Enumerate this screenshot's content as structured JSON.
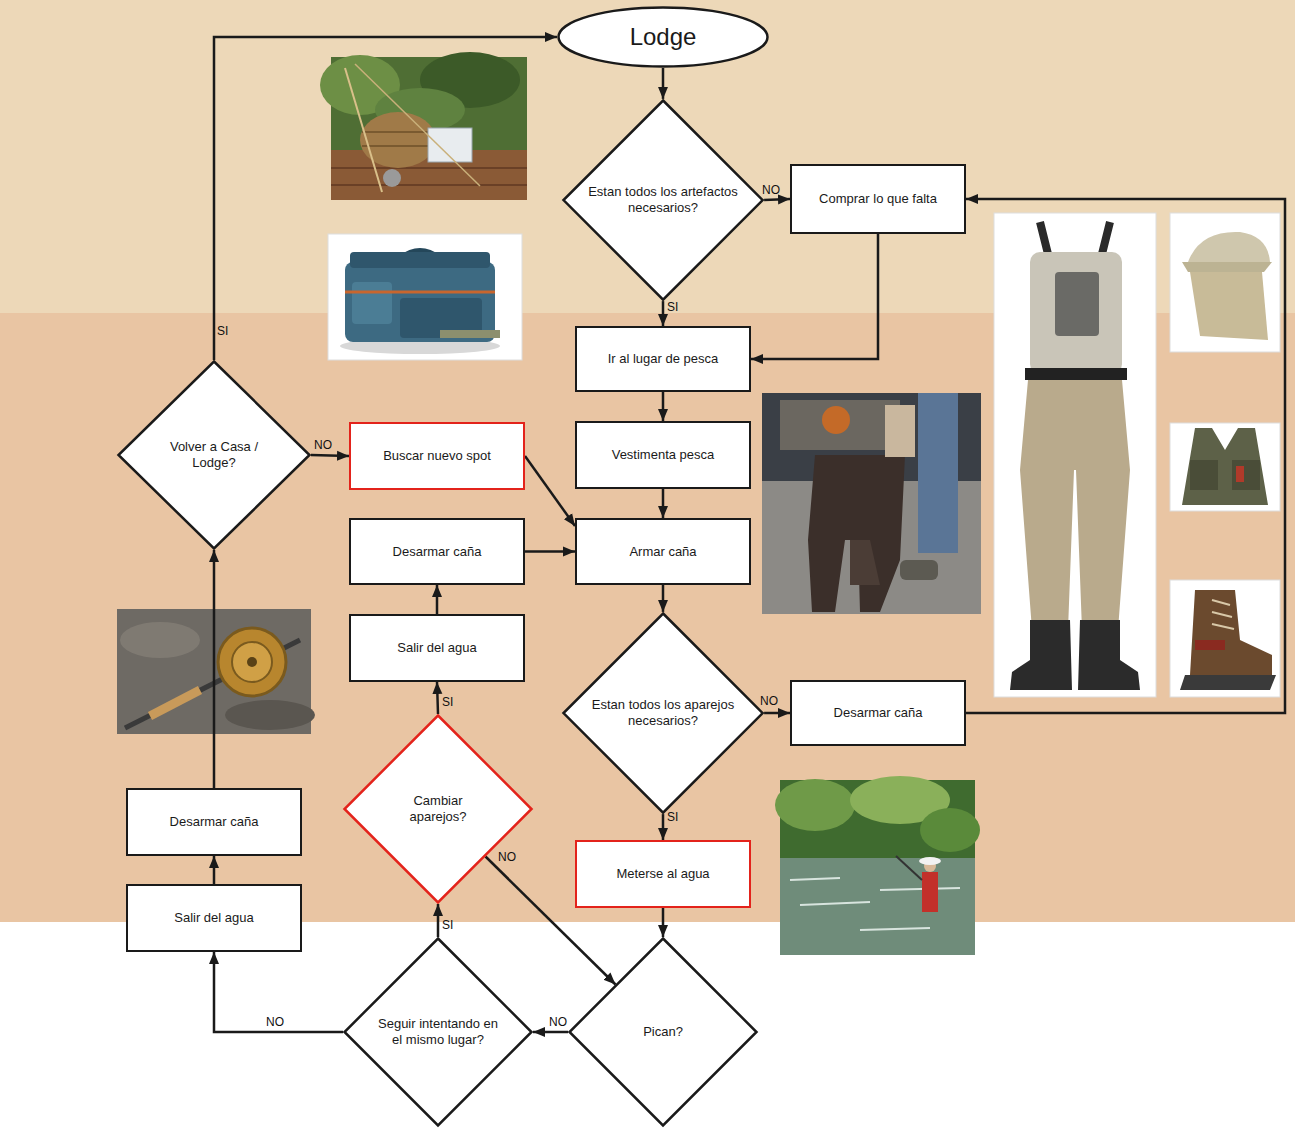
{
  "diagram": {
    "nodes": [
      {
        "text": [
          "Lodge"
        ]
      },
      {
        "text": [
          "Estan todos los artefactos necesarios?"
        ]
      },
      {
        "text": [
          "Comprar lo que falta"
        ]
      },
      {
        "text": [
          "Ir al lugar de pesca"
        ]
      },
      {
        "text": [
          "Vestimenta pesca"
        ]
      },
      {
        "text": [
          "Armar caña"
        ]
      },
      {
        "text": [
          "Estan todos los aparejos necesarios?"
        ]
      },
      {
        "text": [
          "Desarmar caña"
        ]
      },
      {
        "text": [
          "Meterse al agua"
        ]
      },
      {
        "text": [
          "Pican?"
        ]
      },
      {
        "text": [
          "Seguir intentando en el mismo lugar?"
        ]
      },
      {
        "text": [
          "Salir del agua"
        ]
      },
      {
        "text": [
          "Desarmar caña"
        ]
      },
      {
        "text": [
          "Volver a Casa / Lodge?"
        ]
      },
      {
        "text": [
          "Buscar nuevo spot"
        ]
      },
      {
        "text": [
          "Cambiar aparejos?"
        ]
      },
      {
        "text": [
          "Salir del agua"
        ]
      },
      {
        "text": [
          "Desarmar caña"
        ]
      }
    ],
    "edges": [
      {
        "from": 0,
        "to": 1,
        "arrow": "to"
      },
      {
        "from": 1,
        "to": 2,
        "label": "NO",
        "arrow": "to"
      },
      {
        "from": 1,
        "to": 3,
        "label": "SI",
        "arrow": "to"
      },
      {
        "from": 2,
        "to": 3,
        "arrow": "to"
      },
      {
        "from": 3,
        "to": 4,
        "arrow": "to"
      },
      {
        "from": 4,
        "to": 5,
        "arrow": "to"
      },
      {
        "from": 5,
        "to": 6,
        "arrow": "to"
      },
      {
        "from": 6,
        "to": 7,
        "label": "NO",
        "arrow": "to"
      },
      {
        "from": 7,
        "to": 2,
        "arrow": "to"
      },
      {
        "from": 6,
        "to": 8,
        "label": "SI",
        "arrow": "to"
      },
      {
        "from": 8,
        "to": 9,
        "arrow": "to"
      },
      {
        "from": 9,
        "to": 10,
        "label": "NO",
        "arrow": "to"
      },
      {
        "from": 10,
        "to": 11,
        "label": "NO",
        "arrow": "to"
      },
      {
        "from": 10,
        "to": 15,
        "label": "SI",
        "arrow": "to"
      },
      {
        "from": 15,
        "to": 9,
        "label": "NO",
        "arrow": "to"
      },
      {
        "from": 15,
        "to": 16,
        "label": "SI",
        "arrow": "to"
      },
      {
        "from": 16,
        "to": 17,
        "arrow": "to"
      },
      {
        "from": 17,
        "to": 5,
        "arrow": "to"
      },
      {
        "from": 11,
        "to": 12,
        "arrow": "to"
      },
      {
        "from": 12,
        "to": 13,
        "arrow": "to"
      },
      {
        "from": 13,
        "to": 0,
        "label": "SI",
        "arrow": "to"
      },
      {
        "from": 13,
        "to": 14,
        "label": "NO",
        "arrow": "to"
      },
      {
        "from": 14,
        "to": 5,
        "arrow": "to"
      }
    ]
  }
}
